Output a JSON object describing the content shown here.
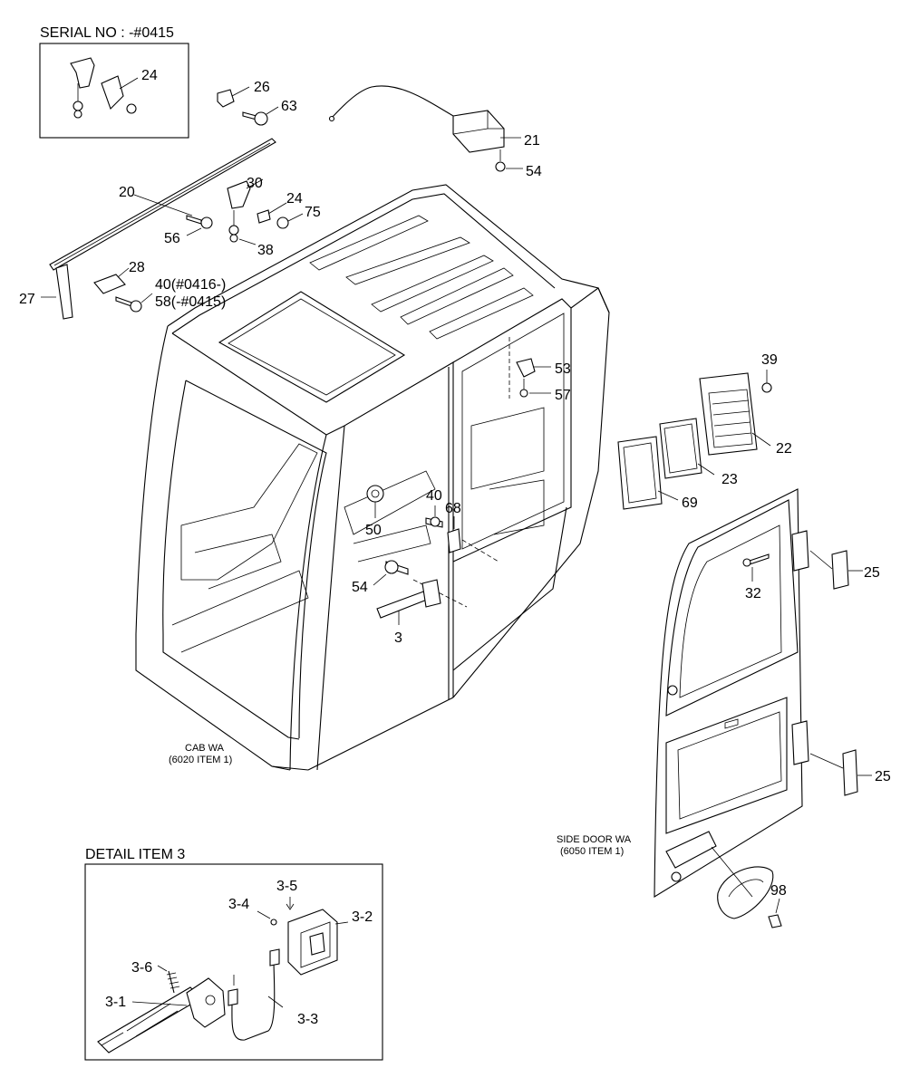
{
  "serial_box": {
    "title": "SERIAL NO : -#0415"
  },
  "detail_box": {
    "title": "DETAIL ITEM 3"
  },
  "assemblies": {
    "cab": {
      "line1": "CAB WA",
      "line2": "(6020 ITEM 1)"
    },
    "door": {
      "line1": "SIDE DOOR WA",
      "line2": "(6050 ITEM 1)"
    }
  },
  "callouts": {
    "c24a": "24",
    "c26": "26",
    "c63": "63",
    "c21": "21",
    "c54a": "54",
    "c20": "20",
    "c56": "56",
    "c30": "30",
    "c24b": "24",
    "c75": "75",
    "c38": "38",
    "c28": "28",
    "c40a": "40(#0416-)",
    "c58": "58(-#0415)",
    "c27": "27",
    "c39": "39",
    "c53": "53",
    "c57": "57",
    "c22": "22",
    "c23": "23",
    "c69": "69",
    "c40b": "40",
    "c68": "68",
    "c50": "50",
    "c54b": "54",
    "c3": "3",
    "c25a": "25",
    "c32": "32",
    "c25b": "25",
    "c98": "98",
    "d35": "3-5",
    "d34": "3-4",
    "d32": "3-2",
    "d36": "3-6",
    "d31": "3-1",
    "d33": "3-3"
  }
}
